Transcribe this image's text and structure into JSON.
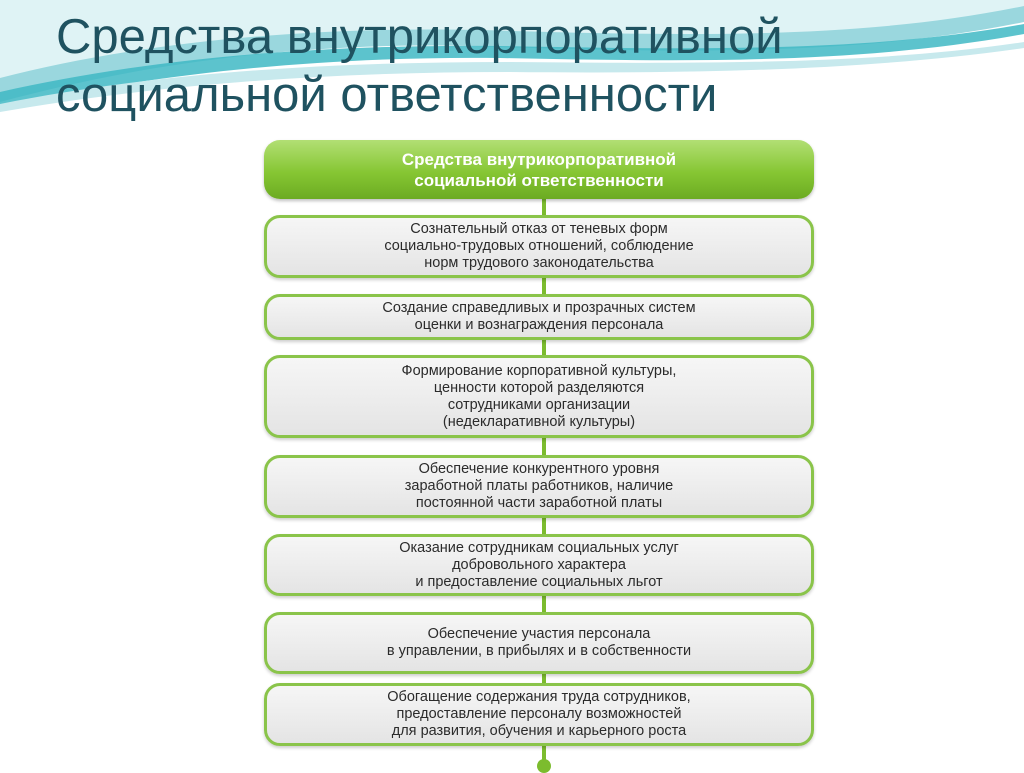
{
  "slide": {
    "title": "Средства внутрикорпоративной\nсоциальной ответственности"
  },
  "diagram": {
    "header": "Средства внутрикорпоративной\nсоциальной ответственности",
    "items": [
      "Сознательный отказ от теневых форм\nсоциально-трудовых отношений, соблюдение\nнорм трудового законодательства",
      "Создание справедливых и прозрачных систем\nоценки и вознаграждения персонала",
      "Формирование корпоративной культуры,\nценности которой разделяются\nсотрудниками организации\n(недекларативной культуры)",
      "Обеспечение конкурентного уровня\nзаработной платы работников, наличие\nпостоянной части заработной платы",
      "Оказание сотрудникам социальных услуг\nдобровольного характера\nи предоставление социальных льгот",
      "Обеспечение участия персонала\nв управлении, в прибылях и в собственности",
      "Обогащение содержания труда сотрудников,\nпредоставление персоналу возможностей\nдля развития, обучения и карьерного роста"
    ]
  },
  "colors": {
    "title_text": "#1f5260",
    "accent_green": "#7cbc2e",
    "box_border": "#8ac44a",
    "wave_teal": "#3fb8c4"
  }
}
